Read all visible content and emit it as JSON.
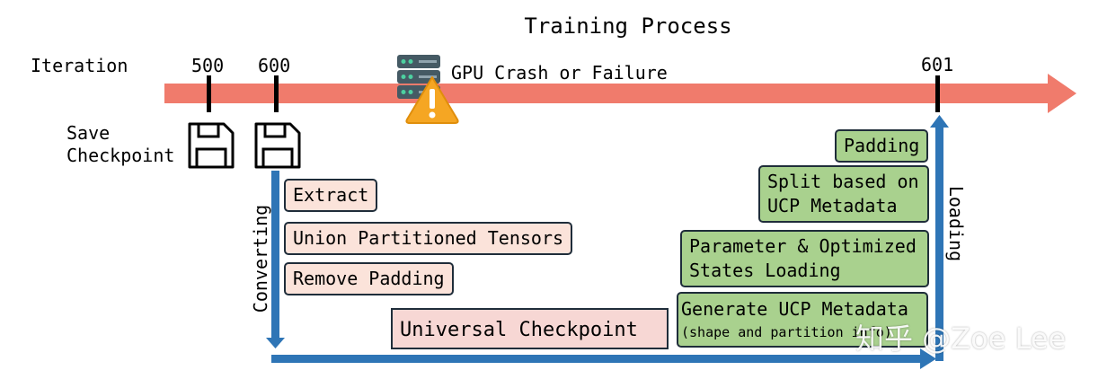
{
  "title": "Training Process",
  "timeline": {
    "label": "Iteration",
    "ticks": [
      "500",
      "600",
      "601"
    ],
    "failure_label": "GPU Crash or Failure"
  },
  "save": {
    "line1": "Save",
    "line2": "Checkpoint"
  },
  "converting": {
    "label": "Converting",
    "steps": [
      "Extract",
      "Union Partitioned Tensors",
      "Remove Padding"
    ]
  },
  "universal_checkpoint": "Universal Checkpoint",
  "loading": {
    "label": "Loading",
    "steps": {
      "padding": "Padding",
      "split_l1": "Split based on",
      "split_l2": "UCP Metadata",
      "param_l1": "Parameter & Optimized",
      "param_l2": "States Loading",
      "generate_l1": "Generate UCP Metadata",
      "generate_l2": "(shape and partition info)"
    }
  },
  "watermark": "知乎 @Zoe Lee",
  "colors": {
    "timeline": "#f07b6c",
    "flow": "#2e75b6",
    "pink_box": "#fbe3da",
    "green_box": "#a9d18e",
    "ucp_box": "#f7d7d4"
  }
}
